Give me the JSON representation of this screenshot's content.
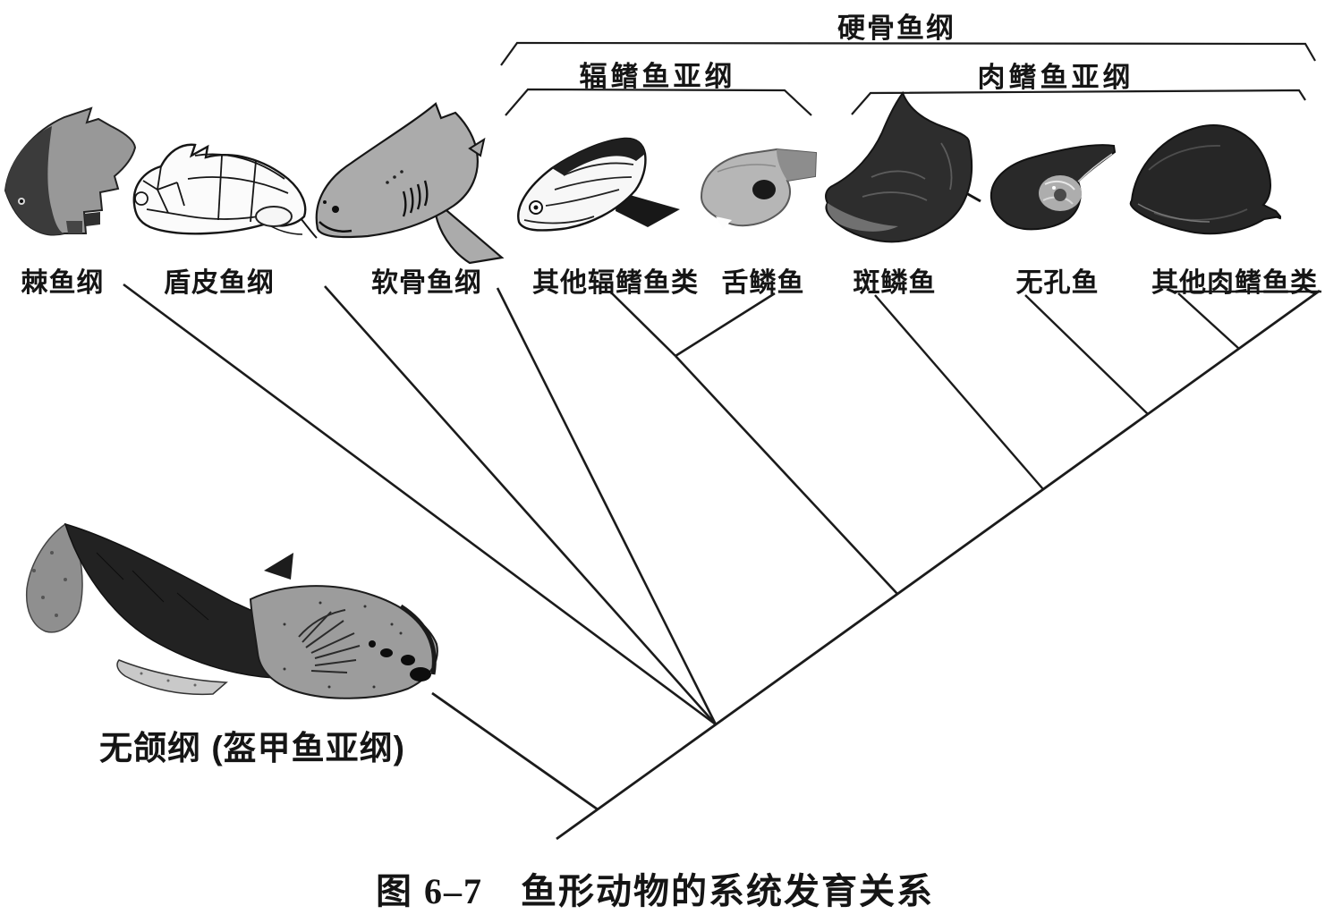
{
  "title_brackets": {
    "osteichthyes": "硬骨鱼纲",
    "actinopterygii": "辐鳍鱼亚纲",
    "sarcopterygii": "肉鳍鱼亚纲"
  },
  "taxa": [
    {
      "label": "棘鱼纲"
    },
    {
      "label": "盾皮鱼纲"
    },
    {
      "label": "软骨鱼纲"
    },
    {
      "label": "其他辐鳍鱼类"
    },
    {
      "label": "舌鳞鱼"
    },
    {
      "label": "斑鳞鱼"
    },
    {
      "label": "无孔鱼"
    },
    {
      "label": "其他肉鳍鱼类"
    },
    {
      "label": "无颌纲 (盔甲鱼亚纲)"
    }
  ],
  "caption": "图 6–7　鱼形动物的系统发育关系",
  "tree": {
    "type": "cladogram",
    "branch_order_from_root": [
      "无颌纲 (盔甲鱼亚纲)",
      "棘鱼纲",
      "盾皮鱼纲",
      "软骨鱼纲",
      "辐鳍鱼亚纲",
      "斑鳞鱼",
      "无孔鱼",
      "其他肉鳍鱼类"
    ],
    "groupings": {
      "硬骨鱼纲": [
        "辐鳍鱼亚纲",
        "肉鳍鱼亚纲"
      ],
      "辐鳍鱼亚纲": [
        "其他辐鳍鱼类",
        "舌鳞鱼"
      ],
      "肉鳍鱼亚纲": [
        "斑鳞鱼",
        "无孔鱼",
        "其他肉鳍鱼类"
      ]
    }
  },
  "colors": {
    "line": "#1b1b1b",
    "background": "#ffffff",
    "text": "#151515"
  }
}
